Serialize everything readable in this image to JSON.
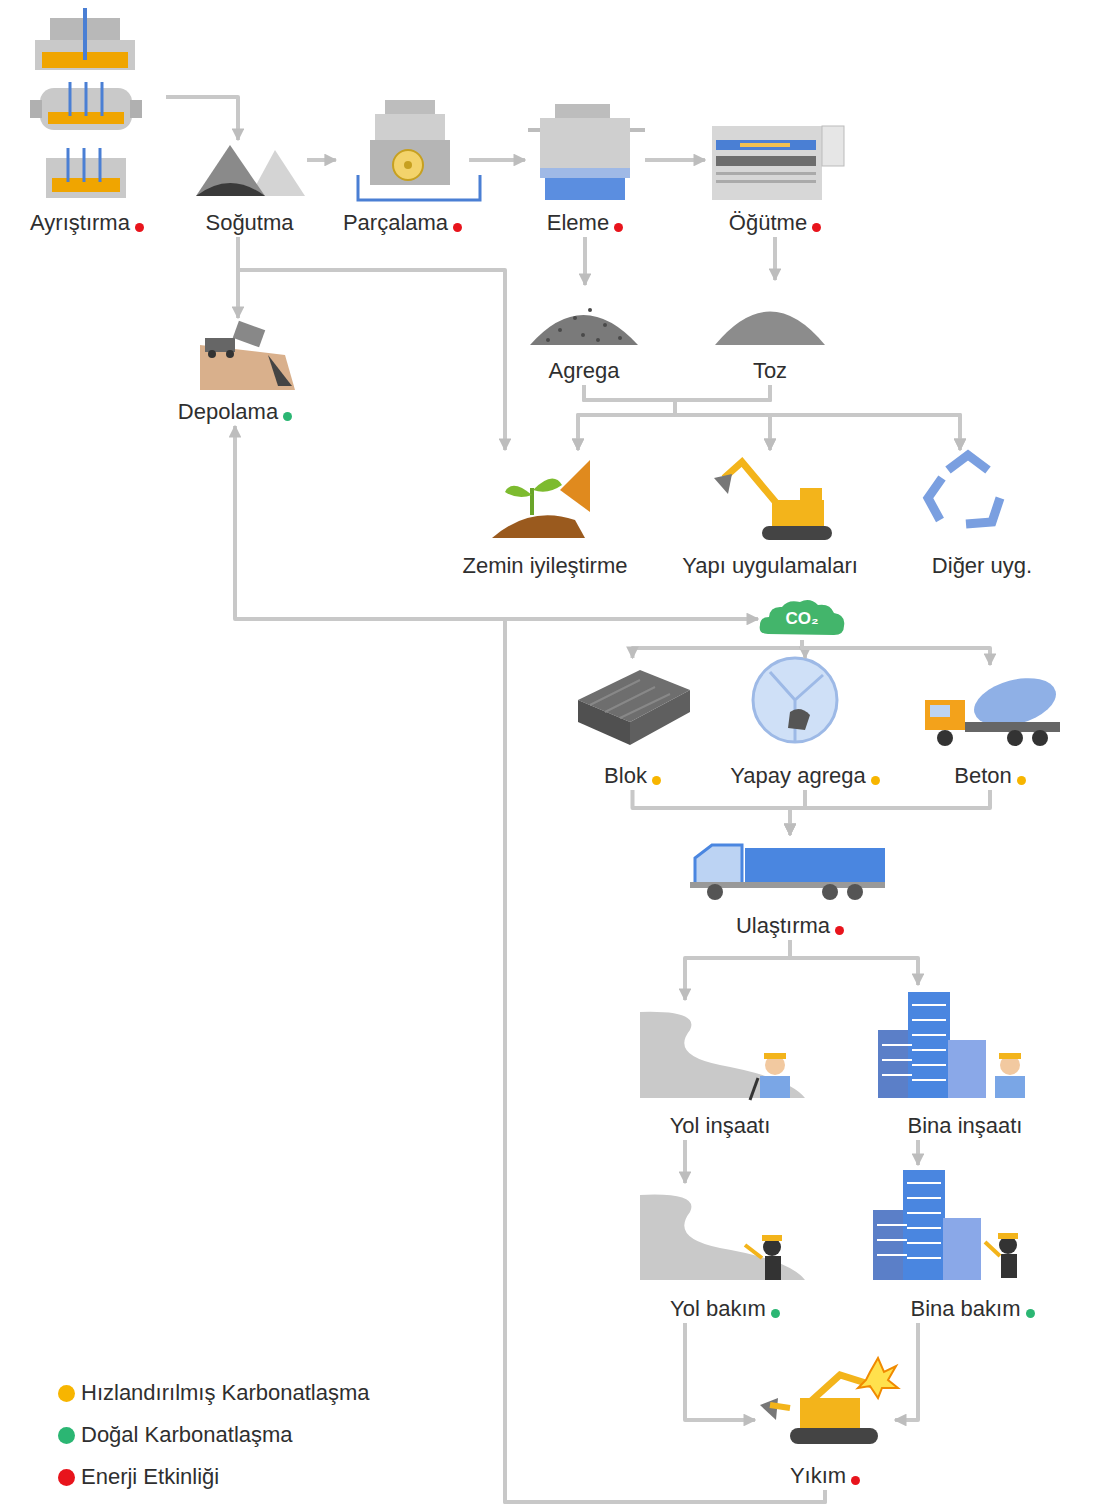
{
  "diagram": {
    "nodes": [
      {
        "text": [
          "Ayrıştırma"
        ]
      },
      {
        "text": [
          "Soğutma"
        ]
      },
      {
        "text": [
          "Parçalama"
        ]
      },
      {
        "text": [
          "Eleme"
        ]
      },
      {
        "text": [
          "Öğütme"
        ]
      },
      {
        "text": [
          "Depolama"
        ]
      },
      {
        "text": [
          "Agrega"
        ]
      },
      {
        "text": [
          "Toz"
        ]
      },
      {
        "text": [
          "Zemin iyileştirme"
        ]
      },
      {
        "text": [
          "Yapı uygulamaları"
        ]
      },
      {
        "text": [
          "Diğer uyg."
        ]
      },
      {
        "text": [
          "CO₂"
        ]
      },
      {
        "text": [
          "Blok"
        ]
      },
      {
        "text": [
          "Yapay agrega"
        ]
      },
      {
        "text": [
          "Beton"
        ]
      },
      {
        "text": [
          "Ulaştırma"
        ]
      },
      {
        "text": [
          "Yol inşaatı"
        ]
      },
      {
        "text": [
          "Bina inşaatı"
        ]
      },
      {
        "text": [
          "Yol bakım"
        ]
      },
      {
        "text": [
          "Bina bakım"
        ]
      },
      {
        "text": [
          "Yıkım"
        ]
      }
    ],
    "edges": [
      {
        "from": 0,
        "to": 1,
        "arrow": "to"
      },
      {
        "from": 1,
        "to": 2,
        "arrow": "to"
      },
      {
        "from": 2,
        "to": 3,
        "arrow": "to"
      },
      {
        "from": 3,
        "to": 4,
        "arrow": "to"
      },
      {
        "from": 1,
        "to": 5,
        "arrow": "to"
      },
      {
        "from": 1,
        "to": 8,
        "arrow": "to"
      },
      {
        "from": 3,
        "to": 6,
        "arrow": "to"
      },
      {
        "from": 4,
        "to": 7,
        "arrow": "to"
      },
      {
        "from": 6,
        "to": 8,
        "arrow": "to"
      },
      {
        "from": 6,
        "to": 9,
        "arrow": "to"
      },
      {
        "from": 6,
        "to": 10,
        "arrow": "to"
      },
      {
        "from": 7,
        "to": 8,
        "arrow": "to"
      },
      {
        "from": 7,
        "to": 9,
        "arrow": "to"
      },
      {
        "from": 7,
        "to": 10,
        "arrow": "to"
      },
      {
        "from": 20,
        "to": 5,
        "arrow": "to"
      },
      {
        "from": 20,
        "to": 11,
        "arrow": "to"
      },
      {
        "from": 11,
        "to": 12,
        "arrow": "to"
      },
      {
        "from": 11,
        "to": 13,
        "arrow": "to"
      },
      {
        "from": 11,
        "to": 14,
        "arrow": "to"
      },
      {
        "from": 12,
        "to": 15,
        "arrow": "to"
      },
      {
        "from": 13,
        "to": 15,
        "arrow": "to"
      },
      {
        "from": 14,
        "to": 15,
        "arrow": "to"
      },
      {
        "from": 15,
        "to": 16,
        "arrow": "to"
      },
      {
        "from": 15,
        "to": 17,
        "arrow": "to"
      },
      {
        "from": 16,
        "to": 18,
        "arrow": "to"
      },
      {
        "from": 17,
        "to": 19,
        "arrow": "to"
      },
      {
        "from": 18,
        "to": 20,
        "arrow": "to"
      },
      {
        "from": 19,
        "to": 20,
        "arrow": "to"
      }
    ],
    "legend": [
      {
        "text": "Hızlandırılmış Karbonatlaşma",
        "color": "#f7b500"
      },
      {
        "text": "Doğal Karbonatlaşma",
        "color": "#2bb673"
      },
      {
        "text": "Enerji Etkinliği",
        "color": "#e8141c"
      }
    ]
  }
}
